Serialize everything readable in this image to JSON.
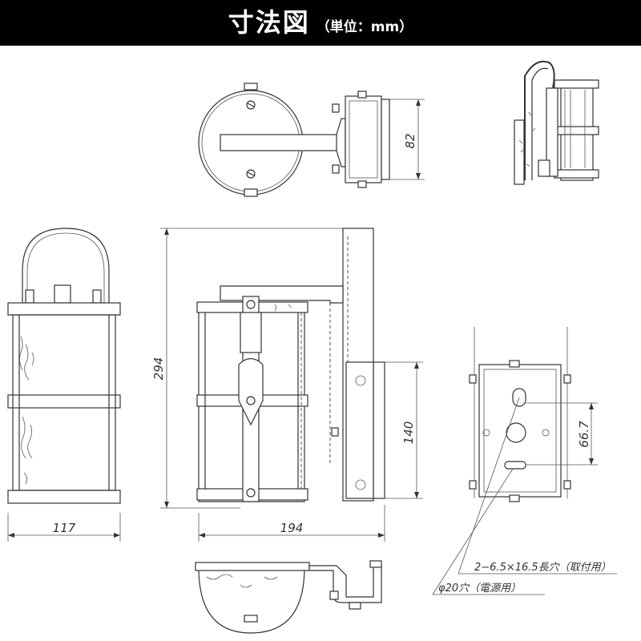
{
  "header": {
    "title": "寸法図",
    "unit": "（単位：mm）"
  },
  "dimensions": {
    "depth_top": "82",
    "height_total": "294",
    "base_height": "140",
    "width_front": "117",
    "width_side": "194",
    "hole_pitch": "66.7"
  },
  "annotations": {
    "mount_holes": "2−6.5×16.5長穴（取付用）",
    "power_hole": "φ20穴（電源用）"
  }
}
